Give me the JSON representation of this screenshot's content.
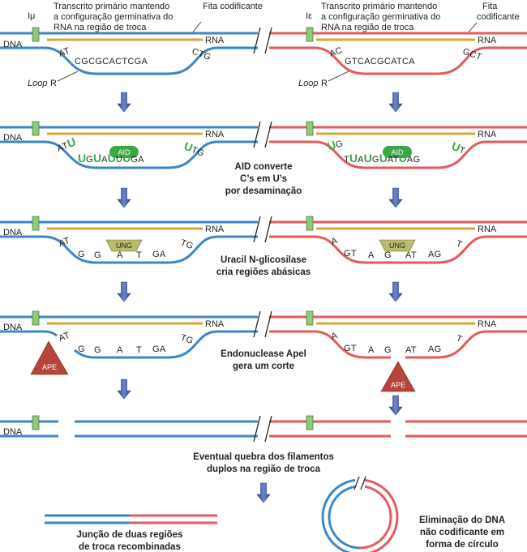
{
  "left": {
    "switch_label": "Iμ",
    "transcript_note_line1": "Transcrito primário mantendo",
    "transcript_note_line2": "a configuração germinativa do",
    "transcript_note_line3": "RNA na região de troca",
    "coding_strand_label": "Fita codificante",
    "loop_label_italic": "Loop",
    "loop_label_letter": "R",
    "seq_row1": "ATCGCGCACTCGACTG"
  },
  "right": {
    "switch_label": "Iε",
    "transcript_note_line1": "Transcrito primário mantendo",
    "transcript_note_line2": "a configuração germinativa do",
    "transcript_note_line3": "RNA na região de troca",
    "coding_strand_label_line1": "Fita",
    "coding_strand_label_line2": "codificante",
    "loop_label_italic": "Loop",
    "loop_label_letter": "R",
    "seq_row1": "ACGTCACGCATCAGCT"
  },
  "dna_label": "DNA",
  "rna_label": "RNA",
  "enzymes": {
    "aid": "AID",
    "ung": "UNG",
    "ape": "APE"
  },
  "steps": {
    "aid_line1": "AID converte",
    "aid_line2": "C’s em U’s",
    "aid_line3": "por desaminação",
    "ung_line1": "Uracil N-glicosilase",
    "ung_line2": "cria regiões abásicas",
    "ape_line1": "Endonuclease Apel",
    "ape_line2": "gera um corte",
    "dsb_line1": "Eventual quebra dos filamentos",
    "dsb_line2": "duplos na região de troca",
    "junction_line1": "Junção de duas regiões",
    "junction_line2": "de troca recombinadas",
    "elim_line1": "Eliminação do DNA",
    "elim_line2": "não codificante em",
    "elim_line3": "forma de círculo"
  },
  "colors": {
    "blue": "#3d86c6",
    "red": "#e35a5f",
    "gold": "#d9a43c",
    "green_box": "#8fc97a",
    "aid": "#3aa845",
    "ung": "#b9bc6a",
    "ape": "#b5443a",
    "arrow": "#3b4fa0"
  }
}
